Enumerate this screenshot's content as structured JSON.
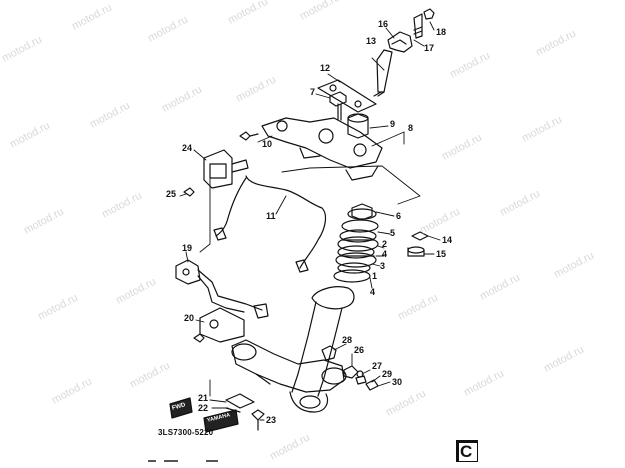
{
  "watermark": "motod.ru",
  "section_letter": "C",
  "part_code": "3LS7300-5220",
  "callouts": [
    "1",
    "2",
    "3",
    "4",
    "5",
    "6",
    "7",
    "8",
    "9",
    "10",
    "11",
    "12",
    "13",
    "14",
    "15",
    "16",
    "17",
    "18",
    "19",
    "20",
    "21",
    "22",
    "23",
    "24",
    "25",
    "26",
    "27",
    "28",
    "29",
    "30"
  ],
  "labels": {
    "fwd": "FWD",
    "yamaha": "YAMAHA"
  }
}
